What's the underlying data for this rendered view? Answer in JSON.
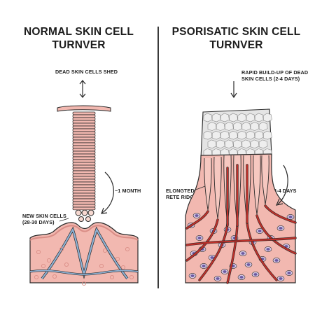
{
  "left": {
    "title_line1": "NORMAL SKIN CELL",
    "title_line2": "TURNVER",
    "label_shed": "DEAD SKIN CELLS SHED",
    "label_month": "~1 MONTH",
    "label_new_line1": "NEW SKIN CELLS",
    "label_new_line2": "(28-30 DAYS)"
  },
  "right": {
    "title_line1": "PSORISATIC SKIN CELL",
    "title_line2": "TURNVER",
    "label_buildup_line1": "RAPID BUILD-UP OF DEAD",
    "label_buildup_line2": "SKIN CELLS (2-4 DAYS)",
    "label_ridges_line1": "ELONGTED",
    "label_ridges_line2": "RETE RIDGES",
    "label_days": "2-4 DAYS"
  },
  "colors": {
    "skin": "#f2b8b0",
    "skin_dark": "#d98d86",
    "vessel_blue": "#8fb3d6",
    "vessel_red": "#c0302a",
    "nucleus": "#6a5aa0",
    "scale": "#e4e4e4",
    "outline": "#2a2a2a"
  }
}
